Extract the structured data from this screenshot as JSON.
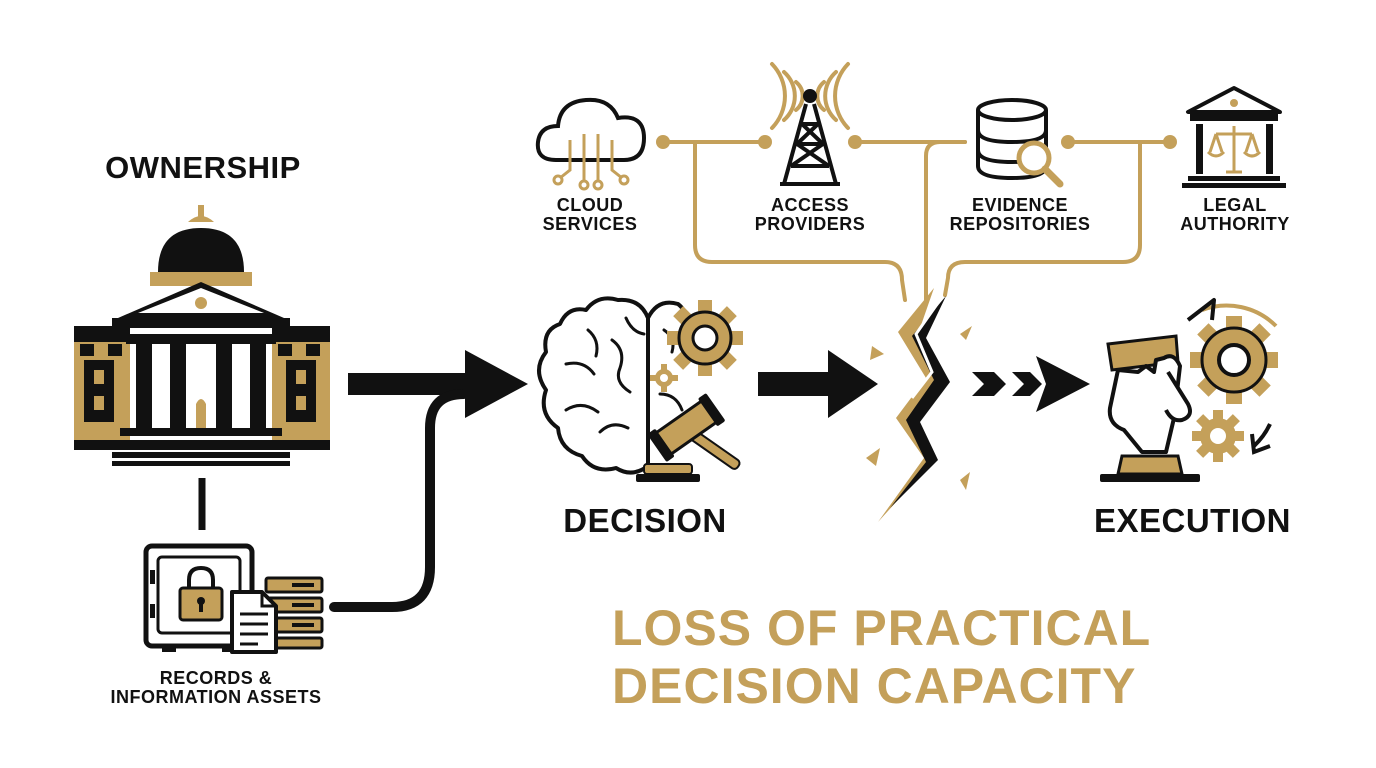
{
  "colors": {
    "gold": "#c4a05a",
    "black": "#111111",
    "background": "#ffffff"
  },
  "ownership": {
    "title": "OWNERSHIP",
    "icon": "government-building-icon"
  },
  "records": {
    "line1": "RECORDS &",
    "line2": "INFORMATION ASSETS",
    "icon": "safe-records-icon"
  },
  "decision": {
    "title": "DECISION",
    "icon": "brain-gavel-icon"
  },
  "execution": {
    "title": "EXECUTION",
    "icon": "hand-gears-icon"
  },
  "dependencies": [
    {
      "line1": "CLOUD",
      "line2": "SERVICES",
      "icon": "cloud-icon"
    },
    {
      "line1": "ACCESS",
      "line2": "PROVIDERS",
      "icon": "antenna-tower-icon"
    },
    {
      "line1": "EVIDENCE",
      "line2": "REPOSITORIES",
      "icon": "database-search-icon"
    },
    {
      "line1": "LEGAL",
      "line2": "AUTHORITY",
      "icon": "courthouse-scales-icon"
    }
  ],
  "conclusion": {
    "line1": "LOSS OF PRACTICAL",
    "line2": "DECISION CAPACITY"
  }
}
